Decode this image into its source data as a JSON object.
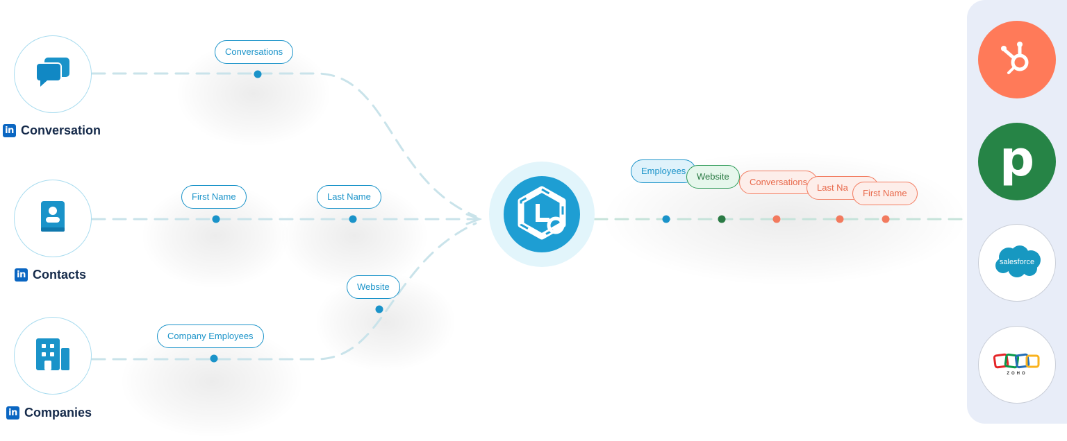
{
  "sources": [
    {
      "label": "Conversation",
      "icon": "chat-bubbles-icon",
      "badge": "in"
    },
    {
      "label": "Contacts",
      "icon": "contact-book-icon",
      "badge": "in"
    },
    {
      "label": "Companies",
      "icon": "building-icon",
      "badge": "in"
    }
  ],
  "left_fields": {
    "conversations": "Conversations",
    "first_name": "First Name",
    "last_name": "Last Name",
    "website": "Website",
    "company_employees": "Company Employees"
  },
  "right_fields": {
    "employees": "Employees",
    "website": "Website",
    "conversations": "Conversations",
    "last_name": "Last Na",
    "first_name": "First Name"
  },
  "hub": {
    "icon": "integration-hub-logo-icon"
  },
  "crm": [
    {
      "name": "HubSpot",
      "icon": "hubspot-logo-icon",
      "color": "#ff7a59"
    },
    {
      "name": "Pipedrive",
      "icon": "pipedrive-logo-icon",
      "color": "#268446",
      "letter": "p"
    },
    {
      "name": "Salesforce",
      "icon": "salesforce-logo-icon",
      "color": "#1798c1",
      "text": "salesforce"
    },
    {
      "name": "Zoho",
      "icon": "zoho-logo-icon",
      "text": "ZOHO"
    }
  ],
  "colors": {
    "accent_blue": "#1a93c9",
    "line": "#c9e3ea",
    "green": "#2e9a57",
    "coral": "#f27a5e",
    "linkedin": "#0a66c2",
    "panel": "#e8edf8"
  }
}
